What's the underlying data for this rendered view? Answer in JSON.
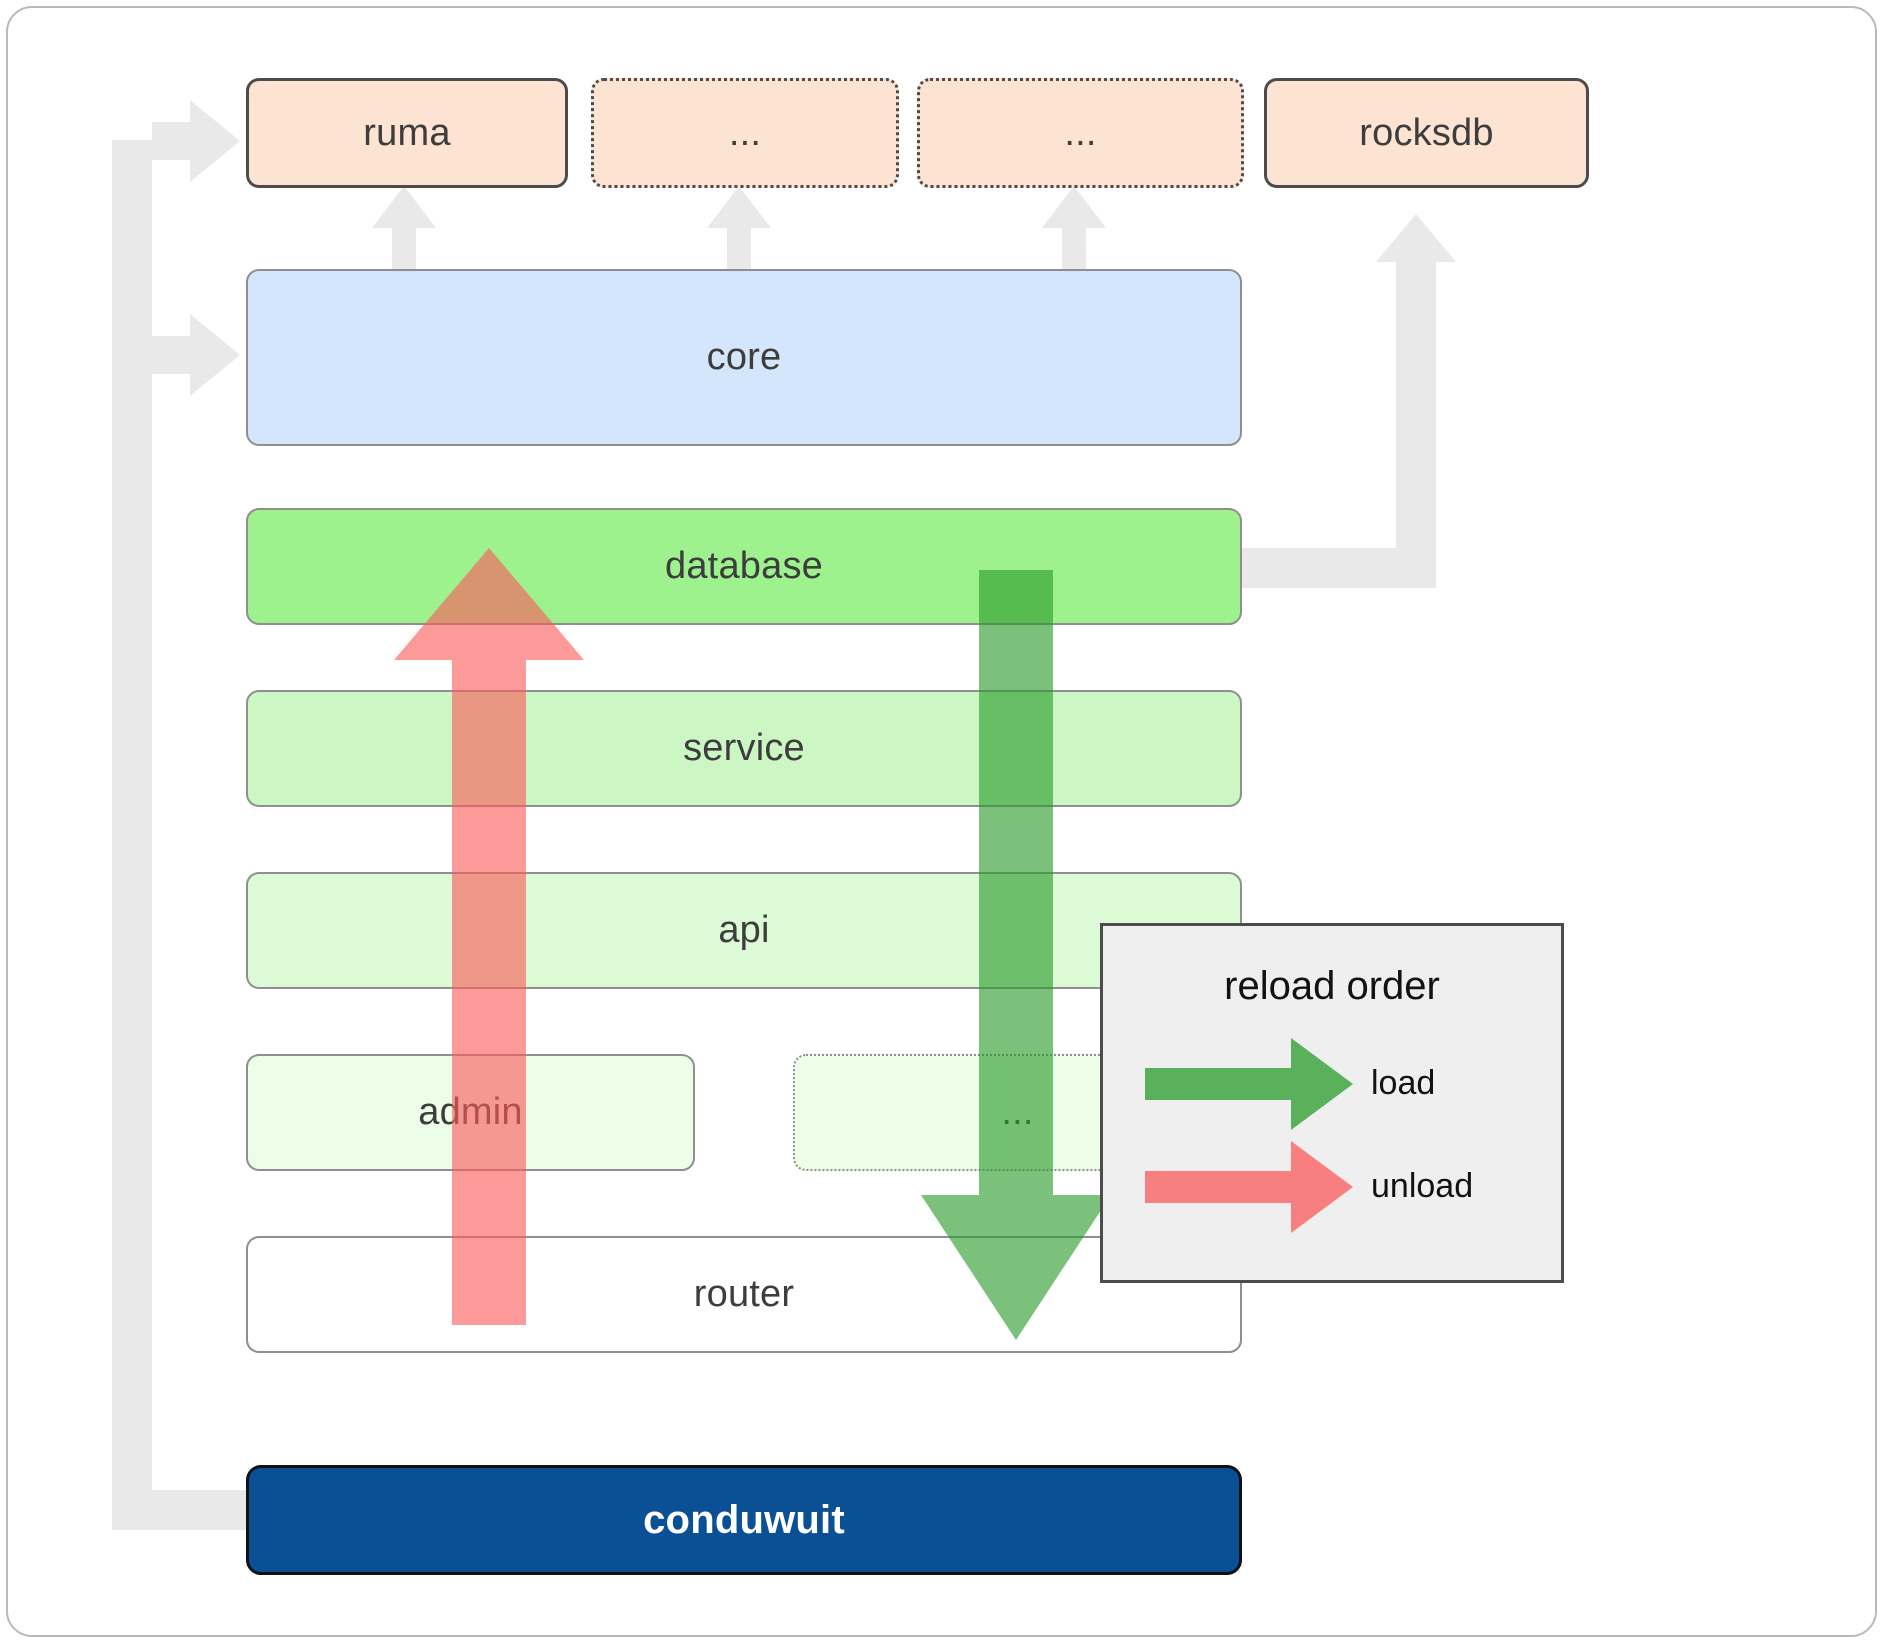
{
  "diagram": {
    "title": "conduwuit crate / reload order architecture",
    "dependencies": [
      {
        "label": "ruma",
        "style": "solid"
      },
      {
        "label": "...",
        "style": "dotted"
      },
      {
        "label": "...",
        "style": "dotted"
      },
      {
        "label": "rocksdb",
        "style": "solid"
      }
    ],
    "layers": [
      {
        "label": "core",
        "style": "solid"
      },
      {
        "label": "database",
        "style": "solid"
      },
      {
        "label": "service",
        "style": "solid"
      },
      {
        "label": "api",
        "style": "solid"
      },
      {
        "label": "admin",
        "style": "solid"
      },
      {
        "label": "...",
        "style": "dotted"
      },
      {
        "label": "router",
        "style": "solid"
      }
    ],
    "app": {
      "label": "conduwuit"
    },
    "legend": {
      "title": "reload order",
      "items": [
        {
          "label": "load",
          "color": "#54ab54",
          "direction": "down"
        },
        {
          "label": "unload",
          "color": "#fa8484",
          "direction": "up"
        }
      ]
    },
    "colors": {
      "dependency_fill": "#fde3d2",
      "dependency_border": "#4c4c4c",
      "core_fill": "#d4e6fb",
      "database_fill": "#9df28e",
      "service_fill": "#ccf7c4",
      "api_fill": "#ddfad6",
      "admin_fill": "#ecfde8",
      "router_fill": "#ffffff",
      "app_fill": "#0b5094",
      "app_text": "#ffffff",
      "connector": "#e6e6e6",
      "legend_fill": "#efefef",
      "load_arrow": "#54ab54",
      "unload_arrow": "#fa8484"
    }
  }
}
